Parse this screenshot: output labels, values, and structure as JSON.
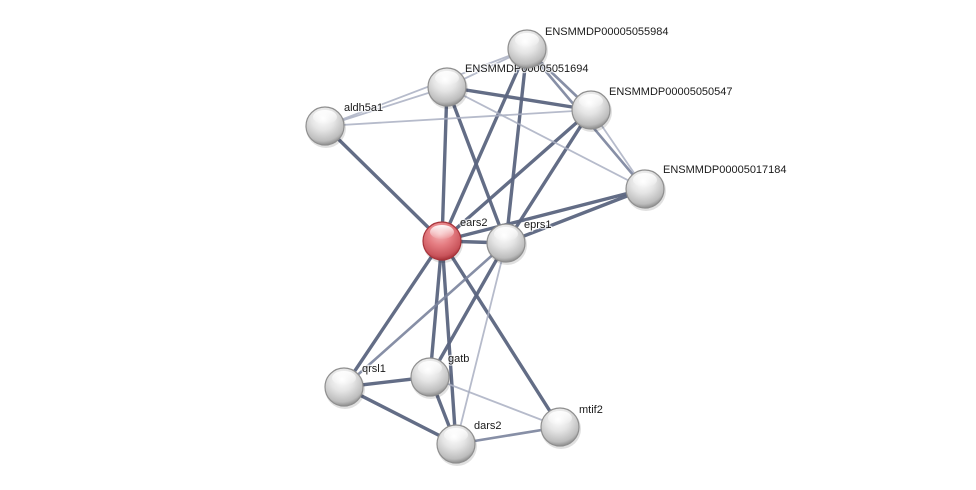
{
  "network": {
    "title": "Protein interaction network",
    "query_node": "ears2",
    "colors": {
      "query_node": "#e06d72",
      "query_node_highlight": "#f6b8ba",
      "query_node_shadow": "#a8343b",
      "node": "#d0d0d0",
      "node_highlight": "#ffffff",
      "node_shadow": "#8f8f8f",
      "edge_strong": "#5b6580",
      "edge_medium": "#7a839c",
      "edge_weak": "#a9afc2",
      "background": "#ffffff"
    },
    "nodes": [
      {
        "id": "ears2",
        "label": "ears2",
        "query": true
      },
      {
        "id": "eprs1",
        "label": "eprs1",
        "query": false
      },
      {
        "id": "aldh5a1",
        "label": "aldh5a1",
        "query": false
      },
      {
        "id": "ENSMMDP00005051694",
        "label": "ENSMMDP00005051694",
        "query": false
      },
      {
        "id": "ENSMMDP00005055984",
        "label": "ENSMMDP00005055984",
        "query": false
      },
      {
        "id": "ENSMMDP00005050547",
        "label": "ENSMMDP00005050547",
        "query": false
      },
      {
        "id": "ENSMMDP00005017184",
        "label": "ENSMMDP00005017184",
        "query": false
      },
      {
        "id": "qrsl1",
        "label": "qrsl1",
        "query": false
      },
      {
        "id": "gatb",
        "label": "gatb",
        "query": false
      },
      {
        "id": "dars2",
        "label": "dars2",
        "query": false
      },
      {
        "id": "mtif2",
        "label": "mtif2",
        "query": false
      }
    ],
    "edges": [
      {
        "source": "ears2",
        "target": "eprs1",
        "strength": "strong"
      },
      {
        "source": "ears2",
        "target": "aldh5a1",
        "strength": "strong"
      },
      {
        "source": "ears2",
        "target": "ENSMMDP00005051694",
        "strength": "strong"
      },
      {
        "source": "ears2",
        "target": "ENSMMDP00005055984",
        "strength": "strong"
      },
      {
        "source": "ears2",
        "target": "ENSMMDP00005050547",
        "strength": "strong"
      },
      {
        "source": "ears2",
        "target": "ENSMMDP00005017184",
        "strength": "strong"
      },
      {
        "source": "ears2",
        "target": "qrsl1",
        "strength": "strong"
      },
      {
        "source": "ears2",
        "target": "gatb",
        "strength": "strong"
      },
      {
        "source": "ears2",
        "target": "dars2",
        "strength": "strong"
      },
      {
        "source": "ears2",
        "target": "mtif2",
        "strength": "strong"
      },
      {
        "source": "eprs1",
        "target": "ENSMMDP00005051694",
        "strength": "strong"
      },
      {
        "source": "eprs1",
        "target": "ENSMMDP00005055984",
        "strength": "strong"
      },
      {
        "source": "eprs1",
        "target": "ENSMMDP00005050547",
        "strength": "strong"
      },
      {
        "source": "eprs1",
        "target": "ENSMMDP00005017184",
        "strength": "strong"
      },
      {
        "source": "eprs1",
        "target": "qrsl1",
        "strength": "medium"
      },
      {
        "source": "eprs1",
        "target": "gatb",
        "strength": "strong"
      },
      {
        "source": "eprs1",
        "target": "dars2",
        "strength": "weak"
      },
      {
        "source": "aldh5a1",
        "target": "ENSMMDP00005051694",
        "strength": "weak"
      },
      {
        "source": "aldh5a1",
        "target": "ENSMMDP00005055984",
        "strength": "weak"
      },
      {
        "source": "aldh5a1",
        "target": "ENSMMDP00005050547",
        "strength": "weak"
      },
      {
        "source": "ENSMMDP00005051694",
        "target": "ENSMMDP00005055984",
        "strength": "weak"
      },
      {
        "source": "ENSMMDP00005051694",
        "target": "ENSMMDP00005050547",
        "strength": "strong"
      },
      {
        "source": "ENSMMDP00005051694",
        "target": "ENSMMDP00005017184",
        "strength": "weak"
      },
      {
        "source": "ENSMMDP00005055984",
        "target": "ENSMMDP00005050547",
        "strength": "medium"
      },
      {
        "source": "ENSMMDP00005055984",
        "target": "ENSMMDP00005017184",
        "strength": "medium"
      },
      {
        "source": "ENSMMDP00005050547",
        "target": "ENSMMDP00005017184",
        "strength": "weak"
      },
      {
        "source": "qrsl1",
        "target": "gatb",
        "strength": "strong"
      },
      {
        "source": "qrsl1",
        "target": "dars2",
        "strength": "strong"
      },
      {
        "source": "gatb",
        "target": "dars2",
        "strength": "strong"
      },
      {
        "source": "gatb",
        "target": "mtif2",
        "strength": "weak"
      },
      {
        "source": "dars2",
        "target": "mtif2",
        "strength": "medium"
      }
    ]
  }
}
